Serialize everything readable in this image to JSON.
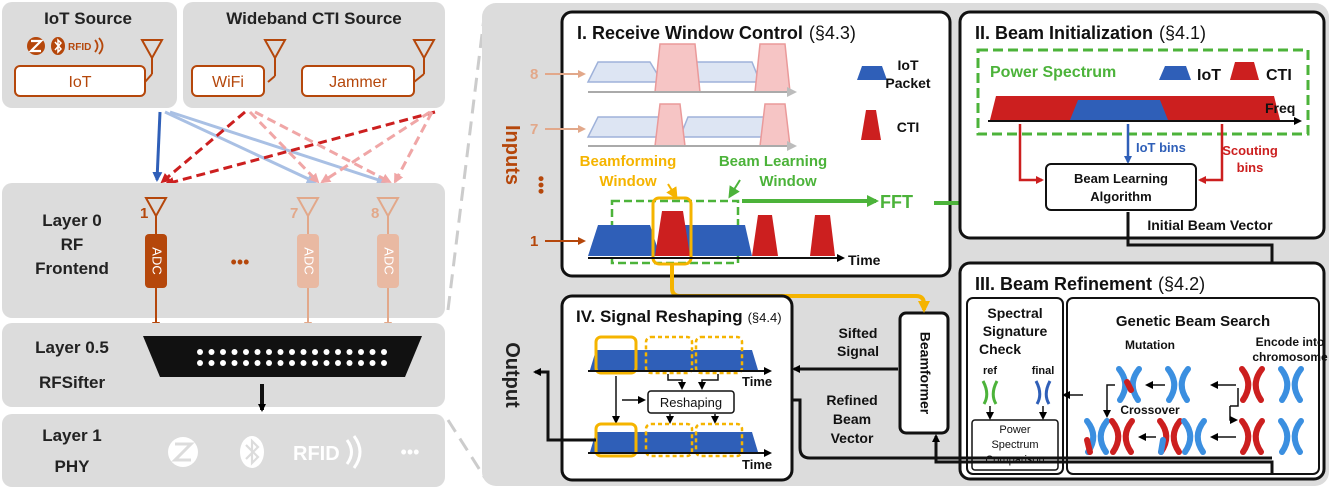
{
  "left": {
    "iot_source_title": "IoT Source",
    "rfid_icon_text": "RFID",
    "iot_box_label": "IoT",
    "cti_source_title": "Wideband CTI Source",
    "wifi_label": "WiFi",
    "jammer_label": "Jammer",
    "layer0_line1": "Layer 0",
    "layer0_line2": "RF",
    "layer0_line3": "Frontend",
    "antenna_labels": [
      "1",
      "7",
      "8"
    ],
    "adc_label": "ADC",
    "ellipsis": "•••",
    "layer05_line1": "Layer 0.5",
    "layer05_line2": "RFSifter",
    "layer1_line1": "Layer 1",
    "layer1_line2": "PHY",
    "phy_rfid_text": "RFID",
    "phy_more": "•••"
  },
  "inputs_label": "Inputs",
  "output_label": "Output",
  "receive": {
    "title": "I. Receive Window Control",
    "ref": "(§4.3)",
    "row_labels": [
      "8",
      "7",
      "•••",
      "1"
    ],
    "legend_iot_line1": "IoT",
    "legend_iot_line2": "Packet",
    "legend_cti": "CTI",
    "bf_window_line1": "Beamforming",
    "bf_window_line2": "Window",
    "bl_window_line1": "Beam Learning",
    "bl_window_line2": "Window",
    "time_label": "Time"
  },
  "fft_label": "FFT",
  "init": {
    "title": "II. Beam Initialization",
    "ref": "(§4.1)",
    "power_spectrum": "Power Spectrum",
    "legend_iot": "IoT",
    "legend_cti": "CTI",
    "freq_label": "Freq",
    "iot_bins": "IoT bins",
    "scouting_line1": "Scouting",
    "scouting_line2": "bins",
    "algo_line1": "Beam Learning",
    "algo_line2": "Algorithm",
    "initial_vector": "Initial Beam Vector"
  },
  "refine": {
    "title": "III. Beam Refinement",
    "ref": "(§4.2)",
    "spectral_line1": "Spectral",
    "spectral_line2": "Signature",
    "spectral_line3": "Check",
    "ref_label": "ref",
    "final_label": "final",
    "psc_line1": "Power",
    "psc_line2": "Spectrum",
    "psc_line3": "Comparison",
    "genetic_title": "Genetic Beam Search",
    "mutation": "Mutation",
    "encode_line1": "Encode into",
    "encode_line2": "chromosome",
    "crossover": "Crossover"
  },
  "reshape": {
    "title": "IV. Signal Reshaping",
    "ref": "(§4.4)",
    "reshaping": "Reshaping",
    "time_label": "Time"
  },
  "beamformer_label": "Beamformer",
  "sifted_line1": "Sifted",
  "sifted_line2": "Signal",
  "refined_line1": "Refined",
  "refined_line2": "Beam",
  "refined_line3": "Vector",
  "colors": {
    "iot_orange": "#b5470b",
    "iot_blue": "#2f5fb8",
    "cti_red": "#cc1f1f",
    "green": "#4cb33a",
    "yellow": "#f5b400",
    "panel_gray": "#dcdcdc"
  }
}
